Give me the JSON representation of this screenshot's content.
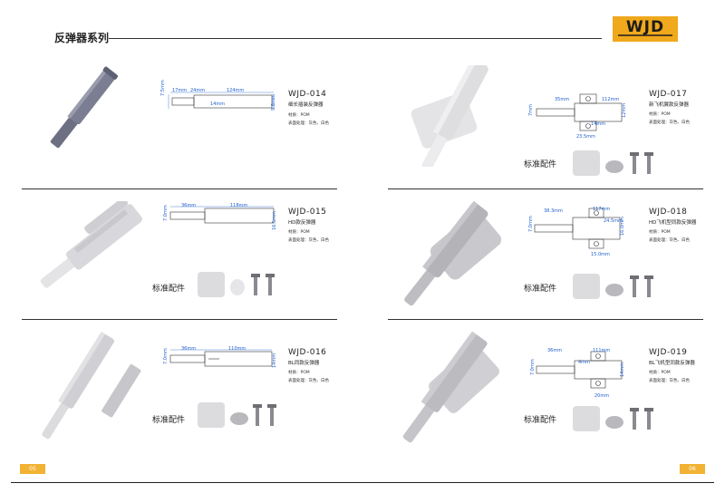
{
  "header": {
    "title": "反弹器系列",
    "logo_text": "WJD"
  },
  "colors": {
    "accent": "#f0a81c",
    "dimension_blue": "#1f5fd0",
    "rule": "#333333"
  },
  "products": [
    {
      "model": "WJD-014",
      "name": "细长插装反弹器",
      "material": "材质：POM",
      "finish": "表面处理：灰色、白色",
      "dims": [
        "17mm",
        "24mm",
        "124mm",
        "14mm",
        "7.5mm",
        "9.8mm"
      ]
    },
    {
      "model": "WJD-015",
      "name": "HD款反弹器",
      "material": "材质：POM",
      "finish": "表面处理：灰色、白色",
      "dims": [
        "36mm",
        "118mm",
        "7.0mm",
        "16.5mm"
      ],
      "accessories_label": "标准配件"
    },
    {
      "model": "WJD-016",
      "name": "BL同款反弹器",
      "material": "材质：POM",
      "finish": "表面处理：灰色、白色",
      "dims": [
        "36mm",
        "110mm",
        "7.0mm",
        "14mm"
      ],
      "accessories_label": "标准配件"
    },
    {
      "model": "WJD-017",
      "name": "新飞机翼款反弹器",
      "material": "材质：POM",
      "finish": "表面处理：灰色、白色",
      "dims": [
        "35mm",
        "112mm",
        "7mm",
        "12mm",
        "14mm",
        "23.5mm"
      ],
      "accessories_label": "标准配件"
    },
    {
      "model": "WJD-018",
      "name": "HD飞机型同款反弹器",
      "material": "材质：POM",
      "finish": "表面处理：灰色、白色",
      "dims": [
        "38.3mm",
        "117mm",
        "24.5mm",
        "7.0mm",
        "16.0mm",
        "15.0mm"
      ],
      "accessories_label": "标准配件"
    },
    {
      "model": "WJD-019",
      "name": "BL飞机型同款反弹器",
      "material": "材质：POM",
      "finish": "表面处理：灰色、白色",
      "dims": [
        "36mm",
        "111mm",
        "4mm",
        "7.0mm",
        "14mm",
        "20mm"
      ],
      "accessories_label": "标准配件"
    }
  ],
  "footer": {
    "page_left": "05",
    "page_right": "06"
  }
}
